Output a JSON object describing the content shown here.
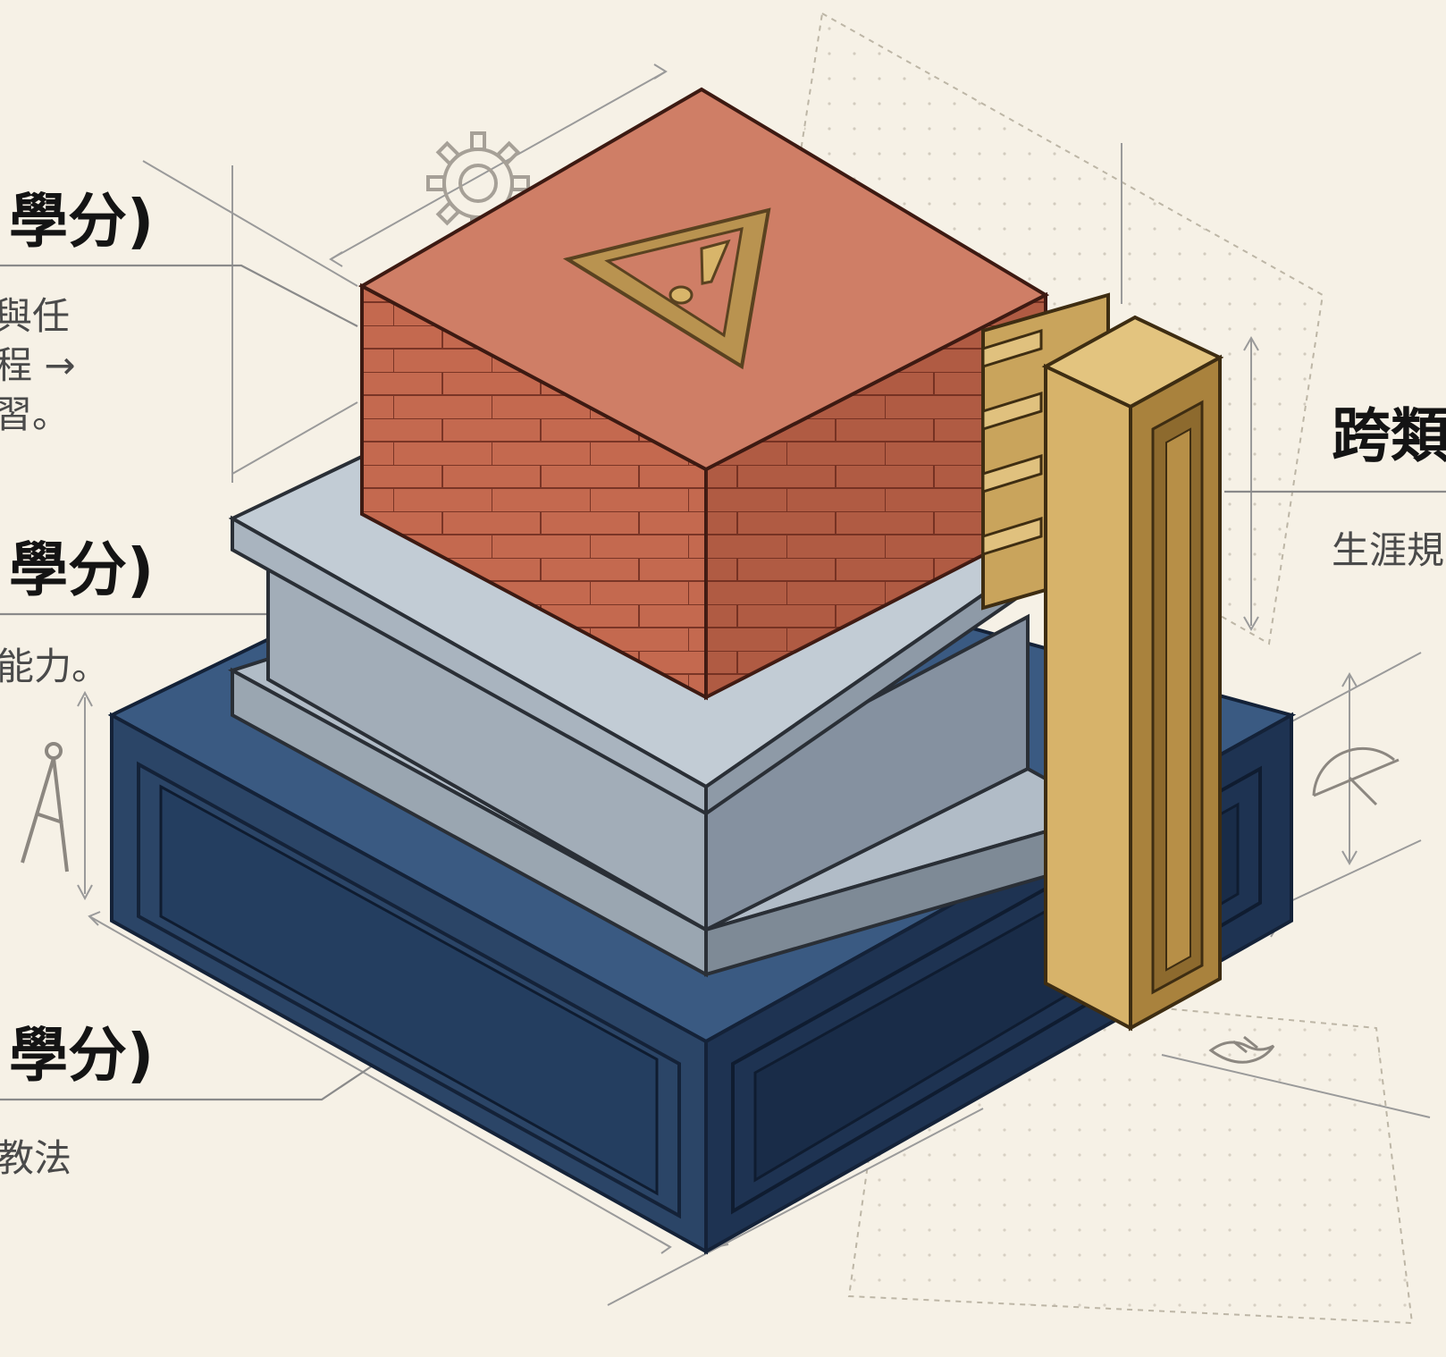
{
  "labels": {
    "left_top_heading": "學分)",
    "left_top_desc_1": "與任",
    "left_top_desc_2": "程 →",
    "left_top_desc_3": "習。",
    "left_middle_heading": "學分)",
    "left_middle_desc": "能力。",
    "left_bottom_heading": "學分)",
    "left_bottom_desc": "教法",
    "right_heading": "跨類",
    "right_desc": "生涯規"
  },
  "colors": {
    "background": "#f6f1e6",
    "brick": "#c4694f",
    "brick_top": "#cf7e66",
    "slate": "#a2adb8",
    "slate_top": "#b7c1cb",
    "navy": "#2b4567",
    "navy_top": "#3a5a82",
    "gold": "#d7b36a",
    "gold_dark": "#a9823d",
    "line": "#8a8a8a",
    "text_heading": "#141414",
    "text_desc": "#4a4a4a"
  },
  "icons": [
    "warning-triangle-icon",
    "gear-icon",
    "compass-icon",
    "protractor-icon",
    "handshake-icon"
  ]
}
